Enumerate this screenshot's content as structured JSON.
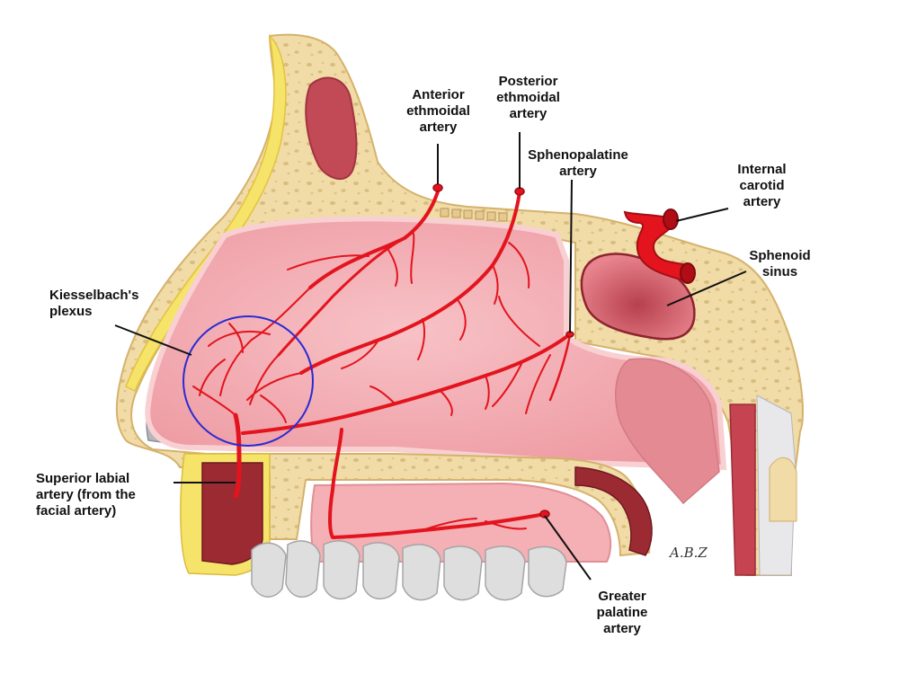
{
  "labels": {
    "anterior_ethmoidal": "Anterior\nethmoidal\nartery",
    "posterior_ethmoidal": "Posterior\nethmoidal\nartery",
    "sphenopalatine": "Sphenopalatine\nartery",
    "internal_carotid": "Internal\ncarotid\nartery",
    "sphenoid_sinus": "Sphenoid\nsinus",
    "kiesselbach": "Kiesselbach's\nplexus",
    "superior_labial": "Superior labial\nartery (from the\nfacial artery)",
    "greater_palatine": "Greater\npalatine\nartery"
  },
  "signature": "A.B.Z",
  "colors": {
    "bone": "#f1dba6",
    "bone_edge": "#d9b978",
    "fat": "#f6e46a",
    "mucosa": "#f2a4ab",
    "mucosa_light": "#f8c9cc",
    "artery": "#e3141e",
    "muscle": "#9c2a33",
    "circle": "#2a2ad4",
    "teeth": "#dddddd"
  }
}
